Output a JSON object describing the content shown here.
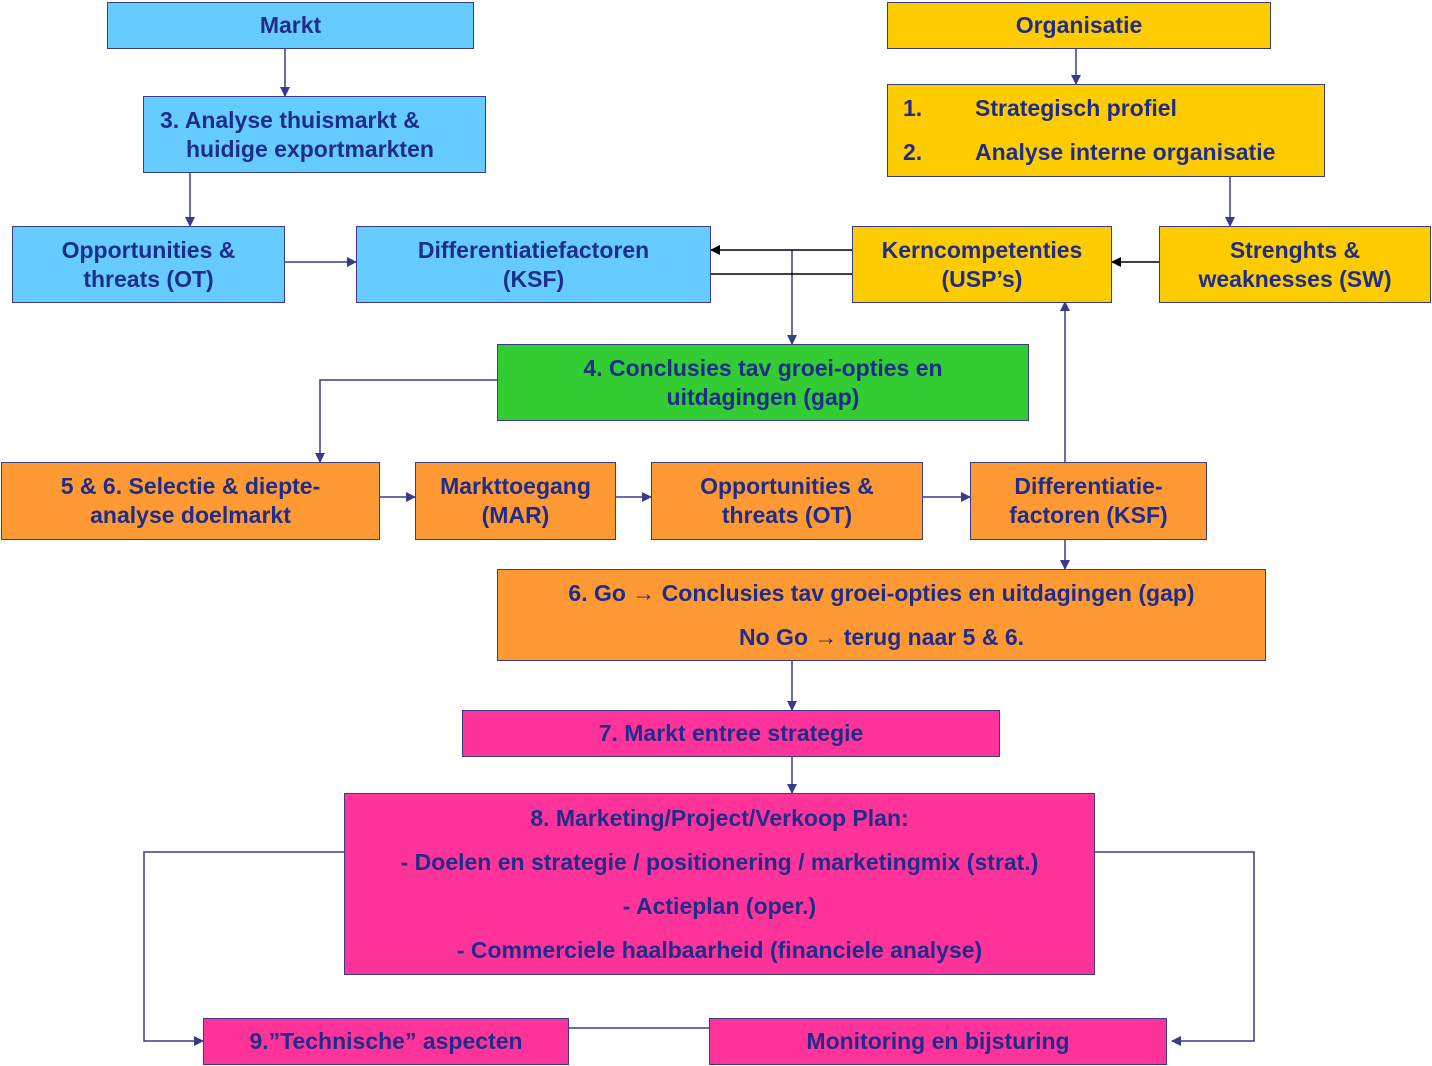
{
  "colors": {
    "market": "#66ccff",
    "organisation": "#ffcc00",
    "conclusion": "#33cc33",
    "selection": "#ff9933",
    "strategy": "#ff3399",
    "text": "#1f2d8a",
    "connector": "#3a3a8c"
  },
  "nodes": {
    "markt": "Markt",
    "analyse_thuismarkt": [
      "3. Analyse thuismarkt &",
      "huidige exportmarkten"
    ],
    "ot_top": [
      "Opportunities &",
      "threats (OT)"
    ],
    "ksf_top": [
      "Differentiatiefactoren",
      "(KSF)"
    ],
    "organisatie": "Organisatie",
    "org_list": [
      {
        "num": "1.",
        "text": "Strategisch profiel"
      },
      {
        "num": "2.",
        "text": "Analyse interne organisatie"
      }
    ],
    "kerncompetenties": [
      "Kerncompetenties",
      "(USP’s)"
    ],
    "sw": [
      "Strenghts &",
      "weaknesses (SW)"
    ],
    "conclusies": [
      "4. Conclusies tav groei-opties en",
      "uitdagingen (gap)"
    ],
    "selectie": [
      "5 & 6. Selectie & diepte-",
      "analyse doelmarkt"
    ],
    "markttoegang": [
      "Markttoegang",
      "(MAR)"
    ],
    "ot_mid": [
      "Opportunities &",
      "threats (OT)"
    ],
    "ksf_mid": [
      "Differentiatie-",
      "factoren (KSF)"
    ],
    "go": [
      "6. Go → Conclusies tav groei-opties en uitdagingen (gap)",
      "No Go → terug naar 5 & 6."
    ],
    "markt_entree": "7. Markt entree strategie",
    "plan": [
      "8. Marketing/Project/Verkoop Plan:",
      "- Doelen en strategie / positionering / marketingmix (strat.)",
      "- Actieplan (oper.)",
      "- Commerciele haalbaarheid (financiele analyse)"
    ],
    "technische": "9.”Technische” aspecten",
    "monitoring": "Monitoring en bijsturing"
  }
}
